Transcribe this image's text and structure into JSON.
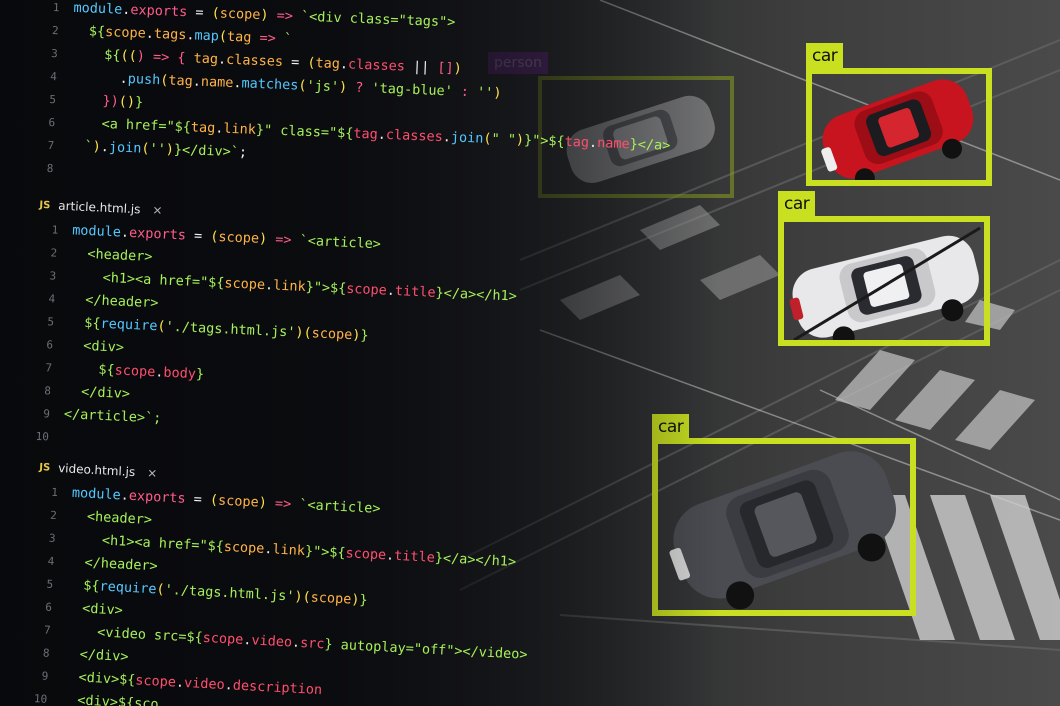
{
  "colors": {
    "box_accent": "#c8e01f",
    "keyword": "#ff5c8a",
    "function": "#54c8ff",
    "param": "#ffb347",
    "string": "#a6f05a"
  },
  "editor": {
    "pane1": {
      "lines": [
        {
          "no": "1",
          "text": "module.exports = (scope) => `<div class=\"tags\">"
        },
        {
          "no": "2",
          "text": "  ${scope.tags.map(tag => `"
        },
        {
          "no": "3",
          "text": "    ${(() => { tag.classes = (tag.classes || [])"
        },
        {
          "no": "4",
          "text": "      .push(tag.name.matches('js') ? 'tag-blue' : '')"
        },
        {
          "no": "5",
          "text": "    })()}"
        },
        {
          "no": "6",
          "text": "    <a href=\"${tag.link}\" class=\"${tag.classes.join(\" \")}\">${tag.name}</a>"
        },
        {
          "no": "7",
          "text": "  `).join('')}</div>`;"
        },
        {
          "no": "8",
          "text": ""
        }
      ]
    },
    "pane2": {
      "tab": {
        "icon": "JS",
        "name": "article.html.js",
        "close": "×"
      },
      "lines": [
        {
          "no": "1",
          "text": "module.exports = (scope) => `<article>"
        },
        {
          "no": "2",
          "text": "  <header>"
        },
        {
          "no": "3",
          "text": "    <h1><a href=\"${scope.link}\">${scope.title}</a></h1>"
        },
        {
          "no": "4",
          "text": "  </header>"
        },
        {
          "no": "5",
          "text": "  ${require('./tags.html.js')(scope)}"
        },
        {
          "no": "6",
          "text": "  <div>"
        },
        {
          "no": "7",
          "text": "    ${scope.body}"
        },
        {
          "no": "8",
          "text": "  </div>"
        },
        {
          "no": "9",
          "text": "</article>`;"
        },
        {
          "no": "10",
          "text": ""
        }
      ]
    },
    "pane3": {
      "tab": {
        "icon": "JS",
        "name": "video.html.js",
        "close": "×"
      },
      "lines": [
        {
          "no": "1",
          "text": "module.exports = (scope) => `<article>"
        },
        {
          "no": "2",
          "text": "  <header>"
        },
        {
          "no": "3",
          "text": "    <h1><a href=\"${scope.link}\">${scope.title}</a></h1>"
        },
        {
          "no": "4",
          "text": "  </header>"
        },
        {
          "no": "5",
          "text": "  ${require('./tags.html.js')(scope)}"
        },
        {
          "no": "6",
          "text": "  <div>"
        },
        {
          "no": "7",
          "text": "    <video src=${scope.video.src} autoplay=\"off\"></video>"
        },
        {
          "no": "8",
          "text": "  </div>"
        },
        {
          "no": "9",
          "text": "  <div>${scope.video.description}"
        },
        {
          "no": "10",
          "text": "  <div>${sco"
        }
      ]
    }
  },
  "detections": [
    {
      "label": "car",
      "car_color": "#c8141e"
    },
    {
      "label": "car",
      "car_color": "#e8e8ea"
    },
    {
      "label": "car",
      "car_color": "#4a4c52"
    }
  ],
  "ghost_detection": {
    "label": "person"
  }
}
